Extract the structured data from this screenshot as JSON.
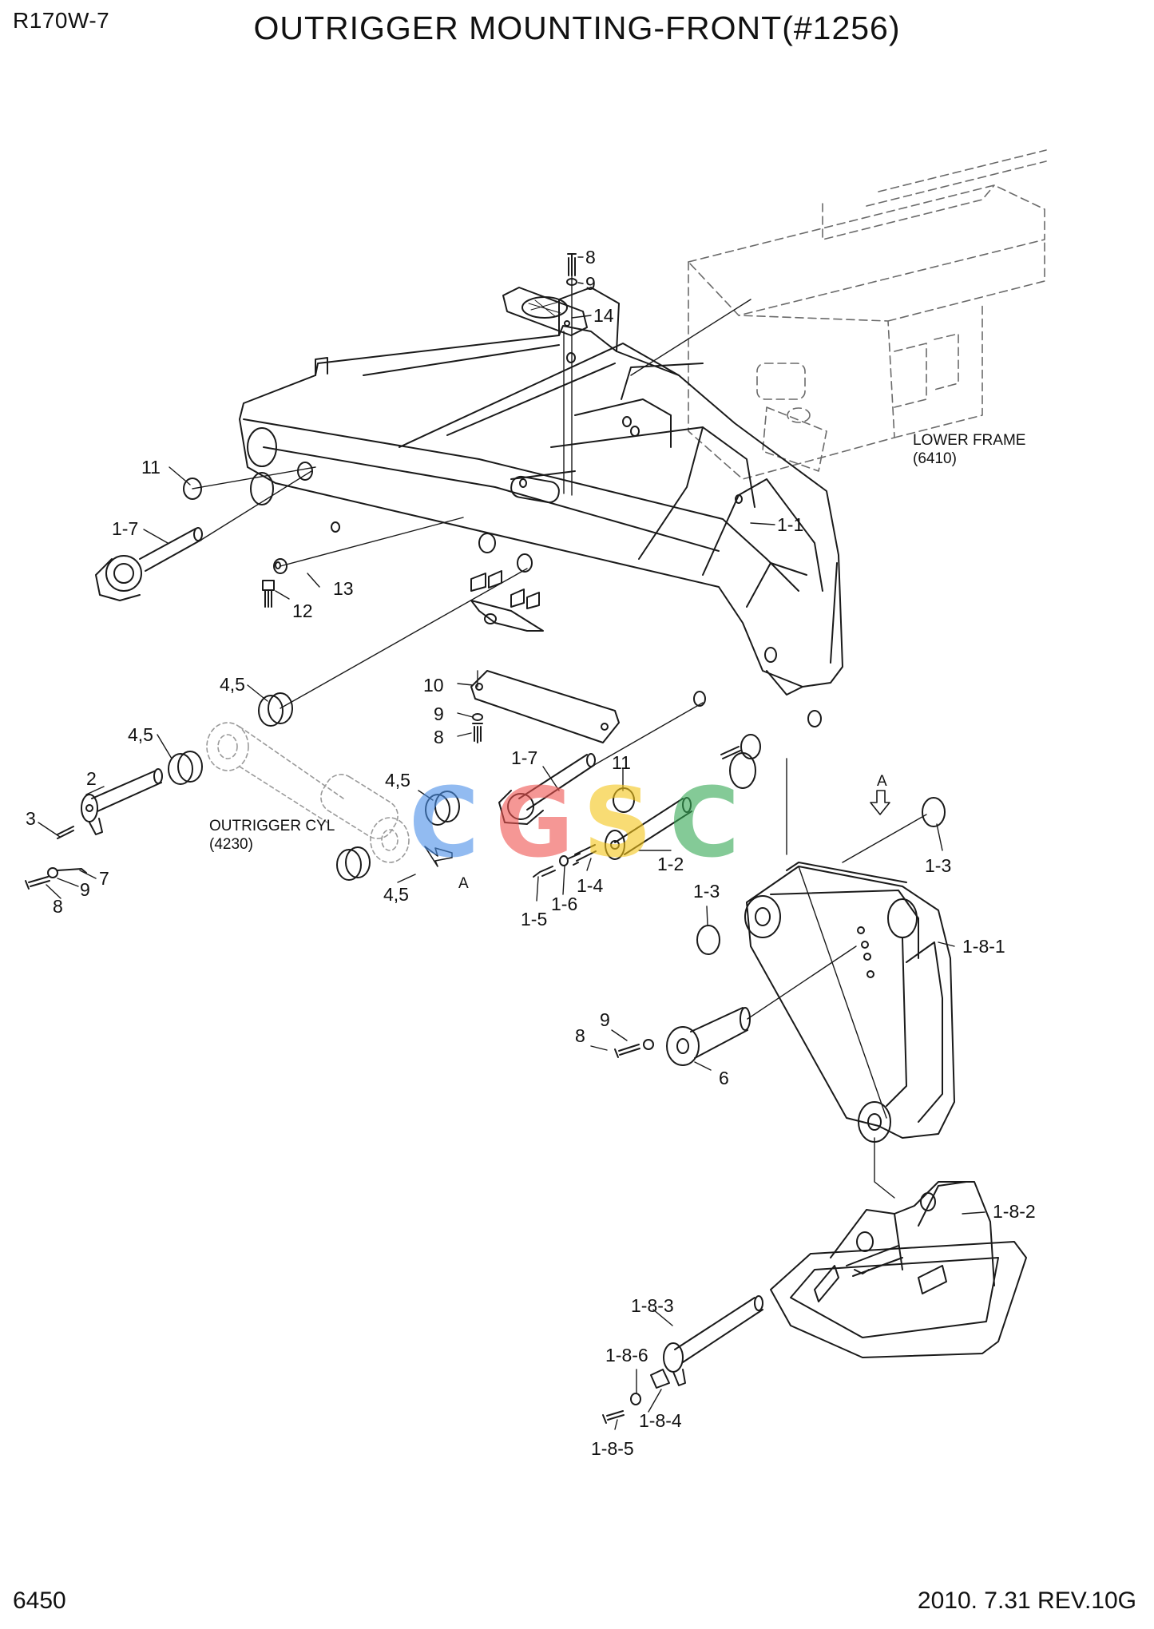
{
  "header": {
    "model": "R170W-7",
    "title": "OUTRIGGER MOUNTING-FRONT(#1256)"
  },
  "footer": {
    "page_number": "6450",
    "revision": "2010. 7.31  REV.10G"
  },
  "notes": {
    "lower_frame": "LOWER FRAME",
    "lower_frame_ref": "(6410)",
    "outrigger_cyl": "OUTRIGGER CYL",
    "outrigger_cyl_ref": "(4230)",
    "view_a_1": "A",
    "view_a_2": "A"
  },
  "watermark": {
    "letters": [
      "C",
      "G",
      "S",
      "C"
    ],
    "colors": [
      "#4a8fe8",
      "#ef5350",
      "#f5c518",
      "#34a853"
    ]
  },
  "callouts": [
    "8",
    "9",
    "14",
    "11",
    "1-1",
    "1-7",
    "12",
    "13",
    "4,5",
    "10",
    "9",
    "8",
    "4,5",
    "2",
    "1-7",
    "11",
    "4,5",
    "3",
    "7",
    "9",
    "8",
    "4,5",
    "1-4",
    "1-6",
    "1-5",
    "1-2",
    "1-3",
    "1-3",
    "1-8-1",
    "9",
    "8",
    "6",
    "1-8-2",
    "1-8-3",
    "1-8-6",
    "1-8-4",
    "1-8-5"
  ],
  "colors": {
    "line": "#1a1a1a",
    "ghost": "#9a9a9a",
    "background": "#ffffff"
  }
}
